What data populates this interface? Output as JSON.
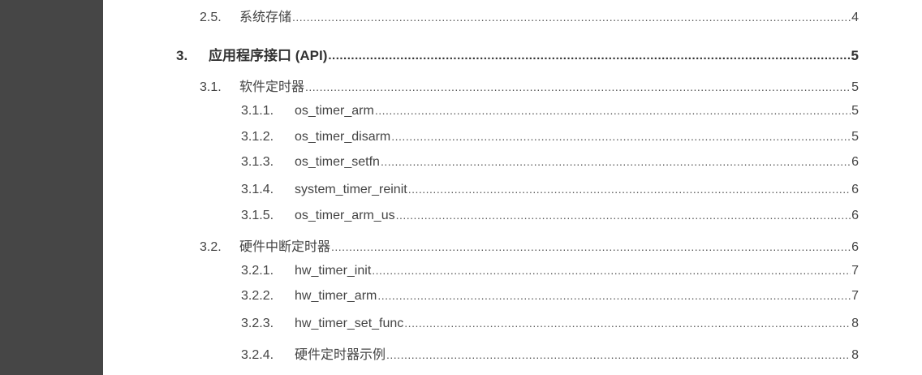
{
  "toc": {
    "entries": [
      {
        "level": 2,
        "number": "2.5.",
        "title": "系统存储",
        "page": "4"
      },
      {
        "level": 1,
        "number": "3.",
        "title": "应用程序接口 (API)",
        "page": "5"
      },
      {
        "level": 2,
        "number": "3.1.",
        "title": "软件定时器",
        "page": "5"
      },
      {
        "level": 3,
        "number": "3.1.1.",
        "title": "os_timer_arm",
        "page": "5"
      },
      {
        "level": 3,
        "number": "3.1.2.",
        "title": "os_timer_disarm",
        "page": "5"
      },
      {
        "level": 3,
        "number": "3.1.3.",
        "title": "os_timer_setfn",
        "page": "6"
      },
      {
        "level": 3,
        "number": "3.1.4.",
        "title": "system_timer_reinit",
        "page": "6"
      },
      {
        "level": 3,
        "number": "3.1.5.",
        "title": "os_timer_arm_us",
        "page": "6"
      },
      {
        "level": 2,
        "number": "3.2.",
        "title": "硬件中断定时器",
        "page": "6"
      },
      {
        "level": 3,
        "number": "3.2.1.",
        "title": "hw_timer_init",
        "page": "7"
      },
      {
        "level": 3,
        "number": "3.2.2.",
        "title": "hw_timer_arm",
        "page": "7"
      },
      {
        "level": 3,
        "number": "3.2.3.",
        "title": "hw_timer_set_func",
        "page": "8"
      },
      {
        "level": 3,
        "number": "3.2.4.",
        "title": "硬件定时器示例",
        "page": "8"
      }
    ]
  },
  "colors": {
    "side_panel": "#464646",
    "page_background": "#ffffff",
    "text": "#444444"
  }
}
